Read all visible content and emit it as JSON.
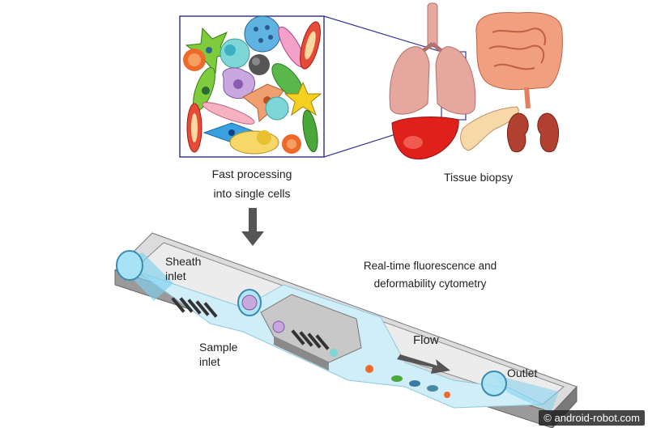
{
  "labels": {
    "processing_line1": "Fast processing",
    "processing_line2": "into single cells",
    "tissue": "Tissue biopsy",
    "cytometry_line1": "Real-time fluorescence and",
    "cytometry_line2": "deformability cytometry",
    "sheath_line1": "Sheath",
    "sheath_line2": "inlet",
    "sample_line1": "Sample",
    "sample_line2": "inlet",
    "flow": "Flow",
    "outlet": "Outlet"
  },
  "watermark": "© android-robot.com",
  "colors": {
    "channel_fluid": "#cfeef8",
    "chip_top": "#d9d9d9",
    "chip_side": "#8a8a8a",
    "tube": "#7fd0ee",
    "arrow": "#555555"
  }
}
